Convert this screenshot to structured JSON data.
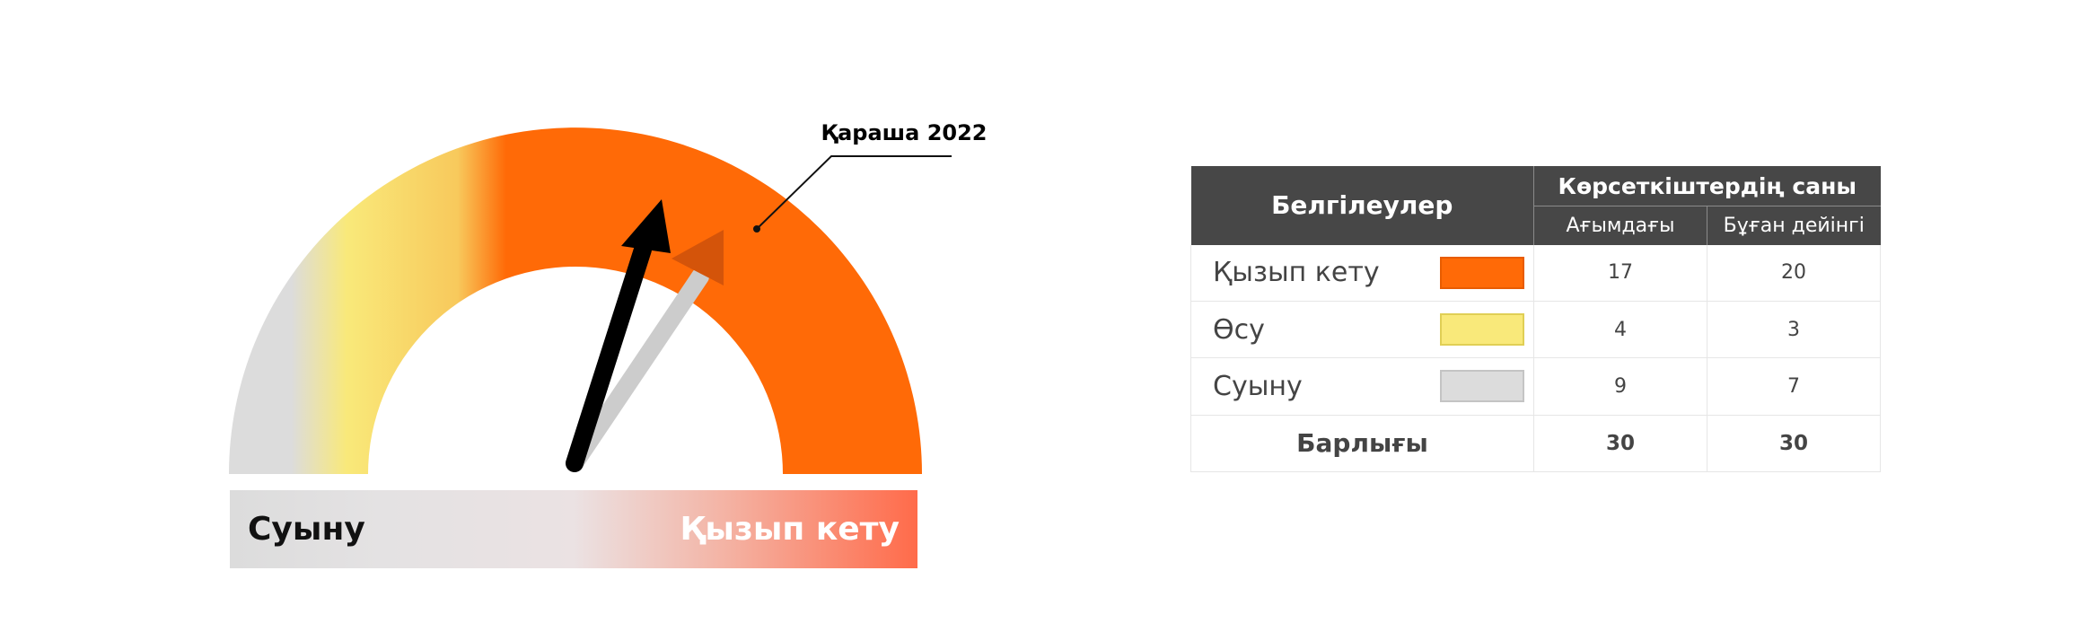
{
  "chart_data": {
    "type": "gauge",
    "annotation": "Қараша 2022",
    "scale": {
      "left_label": "Суыну",
      "right_label": "Қызып кету"
    },
    "segments": [
      {
        "label": "Суыну",
        "color": "#dcdcdc"
      },
      {
        "label": "Өсу",
        "color": "#f9e97a"
      },
      {
        "label": "Қызып кету",
        "color": "#ff6a07"
      }
    ],
    "needles": [
      {
        "label": "Ағымдағы",
        "color": "#000000"
      },
      {
        "label": "Бұған дейінгі",
        "color": "#cccccc"
      }
    ]
  },
  "table": {
    "legend_header": "Белгілеулер",
    "group_header": "Көрсеткіштердің саны",
    "col_current": "Ағымдағы",
    "col_previous": "Бұған дейінгі",
    "rows": [
      {
        "label": "Қызып кету",
        "current": "17",
        "previous": "20",
        "fill": "#ff6a07",
        "border": "#e85c00"
      },
      {
        "label": "Өсу",
        "current": "4",
        "previous": "3",
        "fill": "#f9e97a",
        "border": "#e0cf55"
      },
      {
        "label": "Суыну",
        "current": "9",
        "previous": "7",
        "fill": "#dcdcdc",
        "border": "#c4c4c4"
      }
    ],
    "total": {
      "label": "Барлығы",
      "current": "30",
      "previous": "30"
    }
  }
}
